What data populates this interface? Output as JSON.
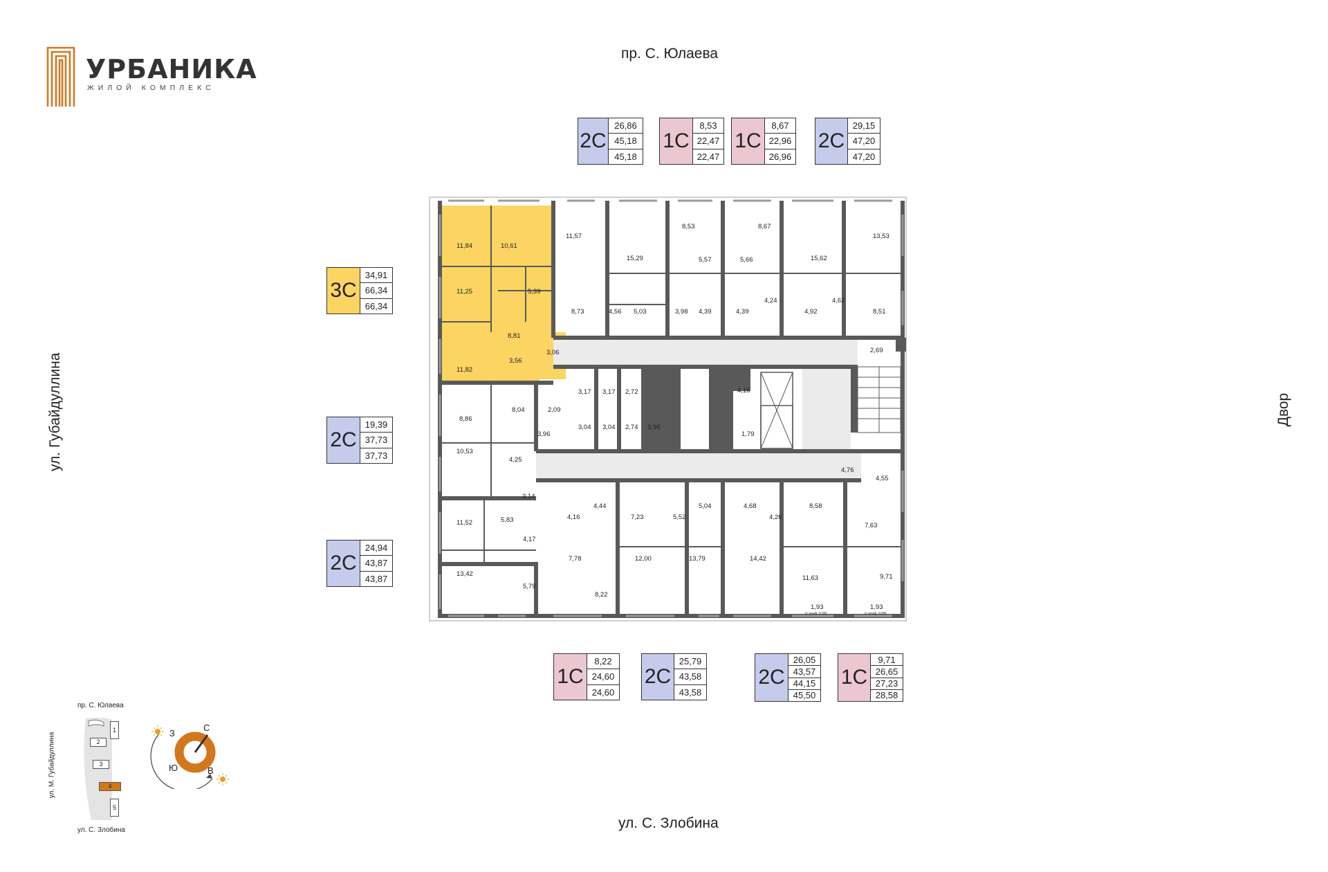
{
  "logo": {
    "name": "УРБАНИКА",
    "subtitle": "жилой комплекс",
    "color": "#d3771e"
  },
  "streets": {
    "top": "пр. С. Юлаева",
    "bottom": "ул. С. Злобина",
    "left": "ул. Губайдуллина",
    "right": "Двор"
  },
  "colors": {
    "two_room": "#c5cceb",
    "one_room": "#ebc7d2",
    "three_room_selected": "#fcd461",
    "walls": "#595959",
    "accent": "#d3771e"
  },
  "cards": [
    {
      "id": "top-1",
      "type": "2С",
      "values": [
        "26,86",
        "45,18",
        "45,18"
      ],
      "kind": "2"
    },
    {
      "id": "top-2",
      "type": "1С",
      "values": [
        "8,53",
        "22,47",
        "22,47"
      ],
      "kind": "1"
    },
    {
      "id": "top-3",
      "type": "1С",
      "values": [
        "8,67",
        "22,96",
        "26,96"
      ],
      "kind": "1"
    },
    {
      "id": "top-4",
      "type": "2С",
      "values": [
        "29,15",
        "47,20",
        "47,20"
      ],
      "kind": "2"
    },
    {
      "id": "left-1",
      "type": "3С",
      "values": [
        "34,91",
        "66,34",
        "66,34"
      ],
      "kind": "3"
    },
    {
      "id": "left-2",
      "type": "2С",
      "values": [
        "19,39",
        "37,73",
        "37,73"
      ],
      "kind": "2"
    },
    {
      "id": "left-3",
      "type": "2С",
      "values": [
        "24,94",
        "43,87",
        "43,87"
      ],
      "kind": "2"
    },
    {
      "id": "bottom-1",
      "type": "1С",
      "values": [
        "8,22",
        "24,60",
        "24,60"
      ],
      "kind": "1"
    },
    {
      "id": "bottom-2",
      "type": "2С",
      "values": [
        "25,79",
        "43,58",
        "43,58"
      ],
      "kind": "2"
    },
    {
      "id": "bottom-3",
      "type": "2С",
      "values": [
        "26,05",
        "43,57",
        "44,15",
        "45,50"
      ],
      "kind": "2"
    },
    {
      "id": "bottom-4",
      "type": "1С",
      "values": [
        "9,71",
        "26,65",
        "27,23",
        "28,58"
      ],
      "kind": "1"
    }
  ],
  "room_areas": [
    "11,84",
    "10,61",
    "11,25",
    "5,39",
    "8,81",
    "3,06",
    "11,82",
    "3,56",
    "11,57",
    "8,73",
    "15,29",
    "4,56",
    "5,03",
    "8,53",
    "5,57",
    "3,98",
    "4,39",
    "8,67",
    "5,66",
    "4,39",
    "4,24",
    "15,62",
    "4,92",
    "13,53",
    "4,62",
    "8,51",
    "2,69",
    "8,86",
    "8,04",
    "2,09",
    "3,96",
    "10,53",
    "4,25",
    "3,17",
    "3,17",
    "2,72",
    "3,04",
    "3,04",
    "2,74",
    "3,96",
    "4,16",
    "1,79",
    "3,14",
    "5,83",
    "11,52",
    "4,17",
    "13,42",
    "5,79",
    "4,16",
    "4,44",
    "7,78",
    "8,22",
    "7,23",
    "5,52",
    "12,00",
    "5,04",
    "4,68",
    "4,26",
    "13,79",
    "14,42",
    "8,58",
    "11,63",
    "4,76",
    "4,55",
    "7,63",
    "9,71",
    "1,93",
    "1,93"
  ],
  "balcony_notes": [
    "(с коэф. 0,58)",
    "(с коэф. 0,58)"
  ],
  "site_map": {
    "top": "пр. С. Юлаева",
    "left": "ул. М. Губайдуллина",
    "bottom": "ул. С. Злобина",
    "buildings": [
      "1",
      "2",
      "3",
      "4",
      "5"
    ],
    "selected": "4"
  },
  "compass": {
    "n": "С",
    "w": "З",
    "s": "Ю",
    "e": "В"
  }
}
